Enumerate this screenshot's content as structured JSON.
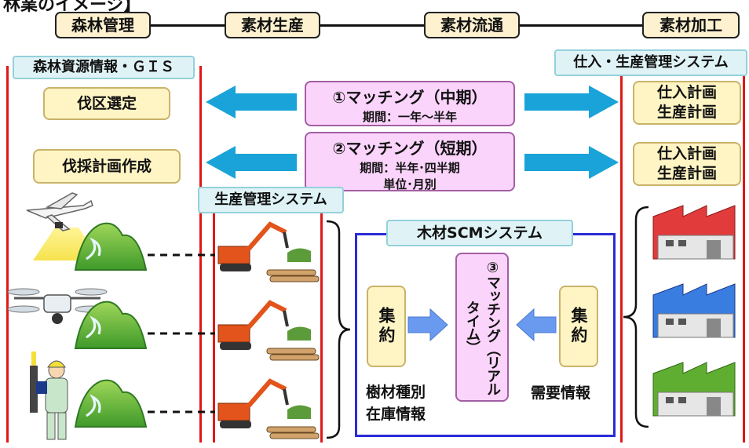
{
  "title_partial": "林業のイメージ】",
  "stages": [
    "森林管理",
    "素材生産",
    "素材流通",
    "素材加工"
  ],
  "left_panel": {
    "caption": "森林資源情報・ＧＩＳ",
    "box1": "伐区選定",
    "box2": "伐採計画作成"
  },
  "right_panel": {
    "caption": "仕入・生産管理システム",
    "box1": "仕入計画\n生産計画",
    "box2": "仕入計画\n生産計画"
  },
  "matching_mid": {
    "title": "①マッチング（中期）",
    "sub": "期間：一年～半年"
  },
  "matching_short": {
    "title": "②マッチング（短期）",
    "sub1": "期間：半年･四半期",
    "sub2": "単位･月別"
  },
  "production_caption": "生産管理システム",
  "scm": {
    "title": "木材SCMシステム",
    "left_label": "集約",
    "right_label": "集約",
    "center_label": "③マッチング（リアルタイム）",
    "left_info": "樹材種別\n在庫情報",
    "right_info": "需要情報"
  },
  "colors": {
    "stage_fill": "#fdf1cf",
    "caption_fill": "#dff3f6",
    "matching_fill": "#fbd4fb",
    "arrow_blue": "#1aa3d8",
    "scm_border": "#2b2bd8",
    "red_line": "#e01818"
  }
}
